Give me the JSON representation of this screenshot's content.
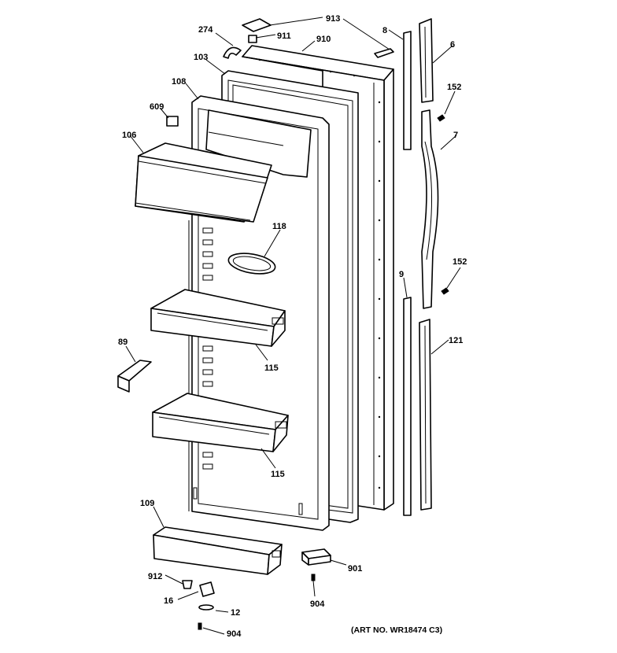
{
  "callouts": {
    "c913": "913",
    "c274": "274",
    "c911": "911",
    "c910": "910",
    "c8": "8",
    "c6": "6",
    "c103": "103",
    "c108": "108",
    "c152a": "152",
    "c609": "609",
    "c106": "106",
    "c7": "7",
    "c118": "118",
    "c152b": "152",
    "c9": "9",
    "c121": "121",
    "c89": "89",
    "c115a": "115",
    "c115b": "115",
    "c109": "109",
    "c901": "901",
    "c912": "912",
    "c904a": "904",
    "c16": "16",
    "c12": "12",
    "c904b": "904"
  },
  "art_number": "(ART NO. WR18474 C3)"
}
